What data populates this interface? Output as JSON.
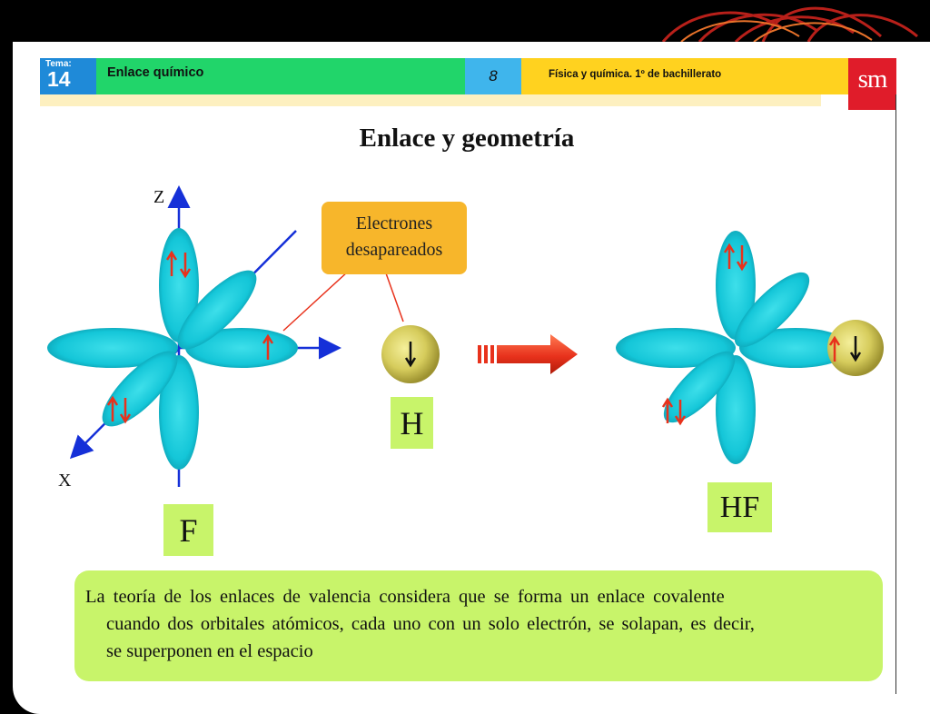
{
  "header": {
    "tema_label": "Tema:",
    "tema_number": "14",
    "title": "Enlace químico",
    "page_number": "8",
    "subject": "Física y química. 1º de bachillerato",
    "logo": "sm"
  },
  "heading": "Enlace y geometría",
  "callout": {
    "line1": "Electrones",
    "line2": "desapareados"
  },
  "axes": {
    "z": "Z",
    "x": "X"
  },
  "labels": {
    "h": "H",
    "f": "F",
    "hf": "HF"
  },
  "description": {
    "line1": "La teoría de los enlaces de valencia considera que se forma un enlace covalente",
    "line2": "cuando dos orbitales atómicos, cada uno con un solo electrón, se solapan, es decir,",
    "line3": "se superponen en el espacio"
  },
  "colors": {
    "tema_blue": "#1f8ad8",
    "title_green": "#21d56a",
    "page_blue": "#3fb5ec",
    "subject_yellow": "#ffd21f",
    "logo_red": "#e01c2a",
    "orbital_cyan": "#13c9d9",
    "label_green": "#c8f46a",
    "callout_orange": "#f7b62b",
    "arrow_red": "#e8321c"
  },
  "icons": [
    "up-down-electron-pair-icon",
    "up-electron-icon",
    "down-electron-icon",
    "reaction-arrow-icon"
  ]
}
